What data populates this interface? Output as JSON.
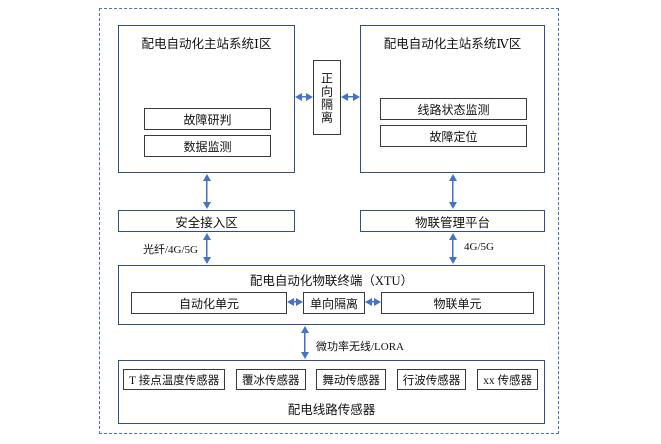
{
  "colors": {
    "container-border": "#2e4f8f",
    "inner-border": "#3a3a3a",
    "arrow": "#4472c4",
    "boundary": "#4472c4"
  },
  "zone1": {
    "title": "配电自动化主站系统Ⅰ区",
    "items": [
      "故障研判",
      "数据监测"
    ]
  },
  "zone4": {
    "title": "配电自动化主站系统Ⅳ区",
    "items": [
      "线路状态监测",
      "故障定位"
    ]
  },
  "isolation": {
    "label": "正向隔离"
  },
  "secure_access": {
    "label": "安全接入区"
  },
  "iot_platform": {
    "label": "物联管理平台"
  },
  "links": {
    "fiber": "光纤/4G/5G",
    "cellular": "4G/5G",
    "lora": "微功率无线/LORA"
  },
  "xtu": {
    "title": "配电自动化物联终端（XTU）",
    "units": [
      "自动化单元",
      "单向隔离",
      "物联单元"
    ]
  },
  "sensors": {
    "title": "配电线路传感器",
    "items": [
      "T 接点温度传感器",
      "覆冰传感器",
      "舞动传感器",
      "行波传感器",
      "xx 传感器"
    ]
  }
}
